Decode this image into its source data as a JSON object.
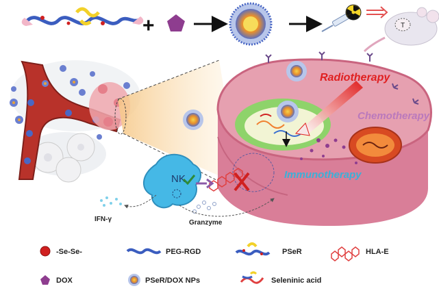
{
  "labels": {
    "nk": "NK",
    "ifn": "IFN-γ",
    "granzyme": "Granzyme",
    "radiotherapy": "Radiotherapy",
    "chemotherapy": "Chemotherapy",
    "immunotherapy": "Immunotherapy",
    "mouse_tumor": "T"
  },
  "legend": [
    {
      "key": "se",
      "label": "-Se-Se-"
    },
    {
      "key": "peg",
      "label": "PEG-RGD"
    },
    {
      "key": "pser",
      "label": "PSeR"
    },
    {
      "key": "hla",
      "label": "HLA-E"
    },
    {
      "key": "dox",
      "label": "DOX"
    },
    {
      "key": "np",
      "label": "PSeR/DOX NPs"
    },
    {
      "key": "sel",
      "label": "Seleninic acid"
    }
  ],
  "colors": {
    "radio": "#e02020",
    "chemo": "#b070c0",
    "immuno": "#3ab0d8",
    "dox": "#8e3d8f",
    "nk": "#45b8e6",
    "tumor": "#e6a0b0",
    "hla": "#e04040"
  }
}
